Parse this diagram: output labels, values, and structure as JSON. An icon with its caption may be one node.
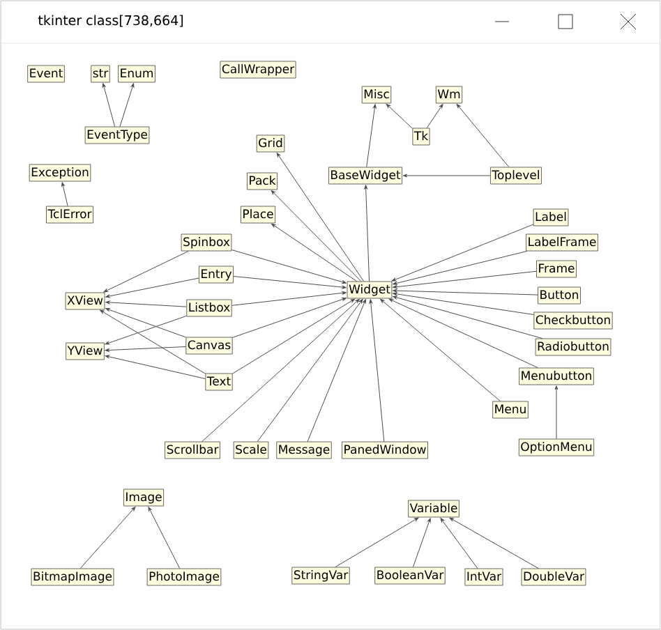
{
  "diagram": {
    "title": "tkinter class[738,664]",
    "nodes": [
      {
        "text": [
          "Event"
        ]
      },
      {
        "text": [
          "str"
        ]
      },
      {
        "text": [
          "Enum"
        ]
      },
      {
        "text": [
          "CallWrapper"
        ]
      },
      {
        "text": [
          "EventType"
        ]
      },
      {
        "text": [
          "Exception"
        ]
      },
      {
        "text": [
          "TclError"
        ]
      },
      {
        "text": [
          "Misc"
        ]
      },
      {
        "text": [
          "Wm"
        ]
      },
      {
        "text": [
          "Tk"
        ]
      },
      {
        "text": [
          "Grid"
        ]
      },
      {
        "text": [
          "Pack"
        ]
      },
      {
        "text": [
          "BaseWidget"
        ]
      },
      {
        "text": [
          "Toplevel"
        ]
      },
      {
        "text": [
          "Place"
        ]
      },
      {
        "text": [
          "Label"
        ]
      },
      {
        "text": [
          "Spinbox"
        ]
      },
      {
        "text": [
          "LabelFrame"
        ]
      },
      {
        "text": [
          "Entry"
        ]
      },
      {
        "text": [
          "Frame"
        ]
      },
      {
        "text": [
          "XView"
        ]
      },
      {
        "text": [
          "Widget"
        ]
      },
      {
        "text": [
          "Listbox"
        ]
      },
      {
        "text": [
          "Button"
        ]
      },
      {
        "text": [
          "Checkbutton"
        ]
      },
      {
        "text": [
          "Canvas"
        ]
      },
      {
        "text": [
          "YView"
        ]
      },
      {
        "text": [
          "Radiobutton"
        ]
      },
      {
        "text": [
          "Text"
        ]
      },
      {
        "text": [
          "Menubutton"
        ]
      },
      {
        "text": [
          "Menu"
        ]
      },
      {
        "text": [
          "Scrollbar"
        ]
      },
      {
        "text": [
          "Scale"
        ]
      },
      {
        "text": [
          "Message"
        ]
      },
      {
        "text": [
          "PanedWindow"
        ]
      },
      {
        "text": [
          "OptionMenu"
        ]
      },
      {
        "text": [
          "Image"
        ]
      },
      {
        "text": [
          "Variable"
        ]
      },
      {
        "text": [
          "BitmapImage"
        ]
      },
      {
        "text": [
          "PhotoImage"
        ]
      },
      {
        "text": [
          "StringVar"
        ]
      },
      {
        "text": [
          "BooleanVar"
        ]
      },
      {
        "text": [
          "IntVar"
        ]
      },
      {
        "text": [
          "DoubleVar"
        ]
      }
    ],
    "edges": [
      {
        "from": 4,
        "to": 1,
        "arrow": "to"
      },
      {
        "from": 4,
        "to": 2,
        "arrow": "to"
      },
      {
        "from": 6,
        "to": 5,
        "arrow": "to"
      },
      {
        "from": 9,
        "to": 7,
        "arrow": "to"
      },
      {
        "from": 9,
        "to": 8,
        "arrow": "to"
      },
      {
        "from": 13,
        "to": 8,
        "arrow": "to"
      },
      {
        "from": 13,
        "to": 12,
        "arrow": "to"
      },
      {
        "from": 12,
        "to": 7,
        "arrow": "to"
      },
      {
        "from": 21,
        "to": 12,
        "arrow": "to"
      },
      {
        "from": 21,
        "to": 10,
        "arrow": "to"
      },
      {
        "from": 21,
        "to": 11,
        "arrow": "to"
      },
      {
        "from": 21,
        "to": 14,
        "arrow": "to"
      },
      {
        "from": 16,
        "to": 20,
        "arrow": "to"
      },
      {
        "from": 18,
        "to": 20,
        "arrow": "to"
      },
      {
        "from": 22,
        "to": 20,
        "arrow": "to"
      },
      {
        "from": 22,
        "to": 26,
        "arrow": "to"
      },
      {
        "from": 25,
        "to": 20,
        "arrow": "to"
      },
      {
        "from": 25,
        "to": 26,
        "arrow": "to"
      },
      {
        "from": 28,
        "to": 20,
        "arrow": "to"
      },
      {
        "from": 28,
        "to": 26,
        "arrow": "to"
      },
      {
        "from": 16,
        "to": 21,
        "arrow": "to"
      },
      {
        "from": 18,
        "to": 21,
        "arrow": "to"
      },
      {
        "from": 22,
        "to": 21,
        "arrow": "to"
      },
      {
        "from": 25,
        "to": 21,
        "arrow": "to"
      },
      {
        "from": 28,
        "to": 21,
        "arrow": "to"
      },
      {
        "from": 31,
        "to": 21,
        "arrow": "to"
      },
      {
        "from": 32,
        "to": 21,
        "arrow": "to"
      },
      {
        "from": 33,
        "to": 21,
        "arrow": "to"
      },
      {
        "from": 34,
        "to": 21,
        "arrow": "to"
      },
      {
        "from": 30,
        "to": 21,
        "arrow": "to"
      },
      {
        "from": 29,
        "to": 21,
        "arrow": "to"
      },
      {
        "from": 15,
        "to": 21,
        "arrow": "to"
      },
      {
        "from": 17,
        "to": 21,
        "arrow": "to"
      },
      {
        "from": 19,
        "to": 21,
        "arrow": "to"
      },
      {
        "from": 23,
        "to": 21,
        "arrow": "to"
      },
      {
        "from": 24,
        "to": 21,
        "arrow": "to"
      },
      {
        "from": 27,
        "to": 21,
        "arrow": "to"
      },
      {
        "from": 35,
        "to": 29,
        "arrow": "to"
      },
      {
        "from": 38,
        "to": 36,
        "arrow": "to"
      },
      {
        "from": 39,
        "to": 36,
        "arrow": "to"
      },
      {
        "from": 40,
        "to": 37,
        "arrow": "to"
      },
      {
        "from": 41,
        "to": 37,
        "arrow": "to"
      },
      {
        "from": 42,
        "to": 37,
        "arrow": "to"
      },
      {
        "from": 43,
        "to": 37,
        "arrow": "to"
      }
    ]
  }
}
